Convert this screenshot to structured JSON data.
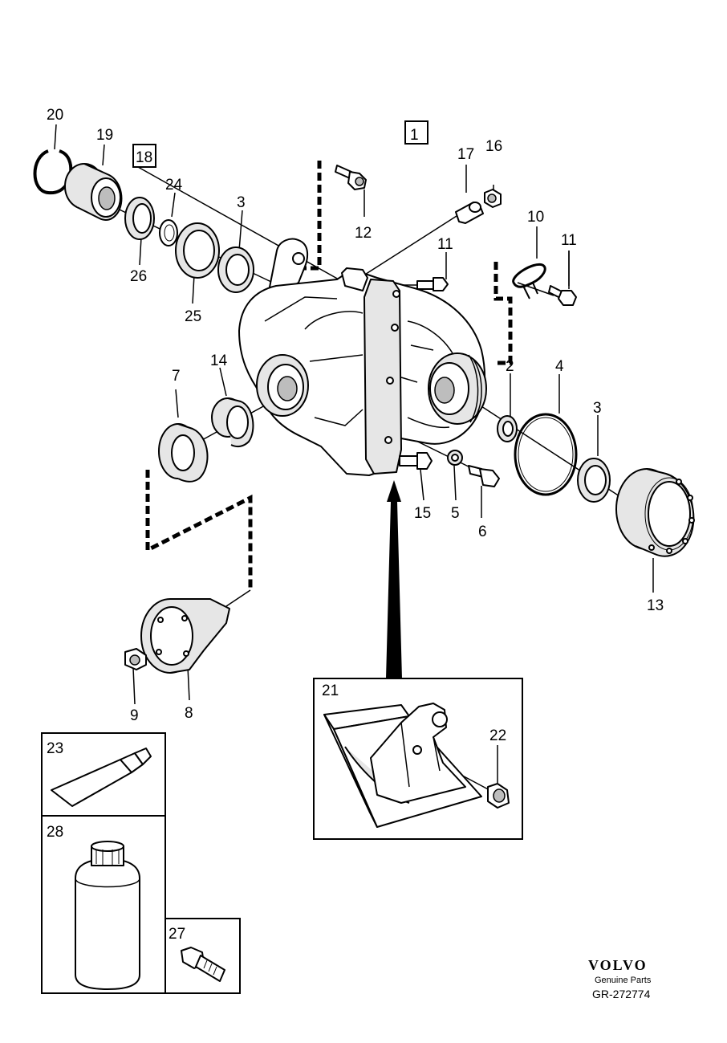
{
  "callouts": {
    "c1": "1",
    "c2": "2",
    "c3a": "3",
    "c3b": "3",
    "c4": "4",
    "c5": "5",
    "c6": "6",
    "c7": "7",
    "c8": "8",
    "c9": "9",
    "c10": "10",
    "c11a": "11",
    "c11b": "11",
    "c12": "12",
    "c13": "13",
    "c14": "14",
    "c15": "15",
    "c16": "16",
    "c17": "17",
    "c18": "18",
    "c19": "19",
    "c20": "20",
    "c21": "21",
    "c22": "22",
    "c23": "23",
    "c24": "24",
    "c25": "25",
    "c26": "26",
    "c27": "27",
    "c28": "28"
  },
  "brand": {
    "logo": "VOLVO",
    "tagline": "Genuine Parts",
    "reference": "GR-272774"
  }
}
